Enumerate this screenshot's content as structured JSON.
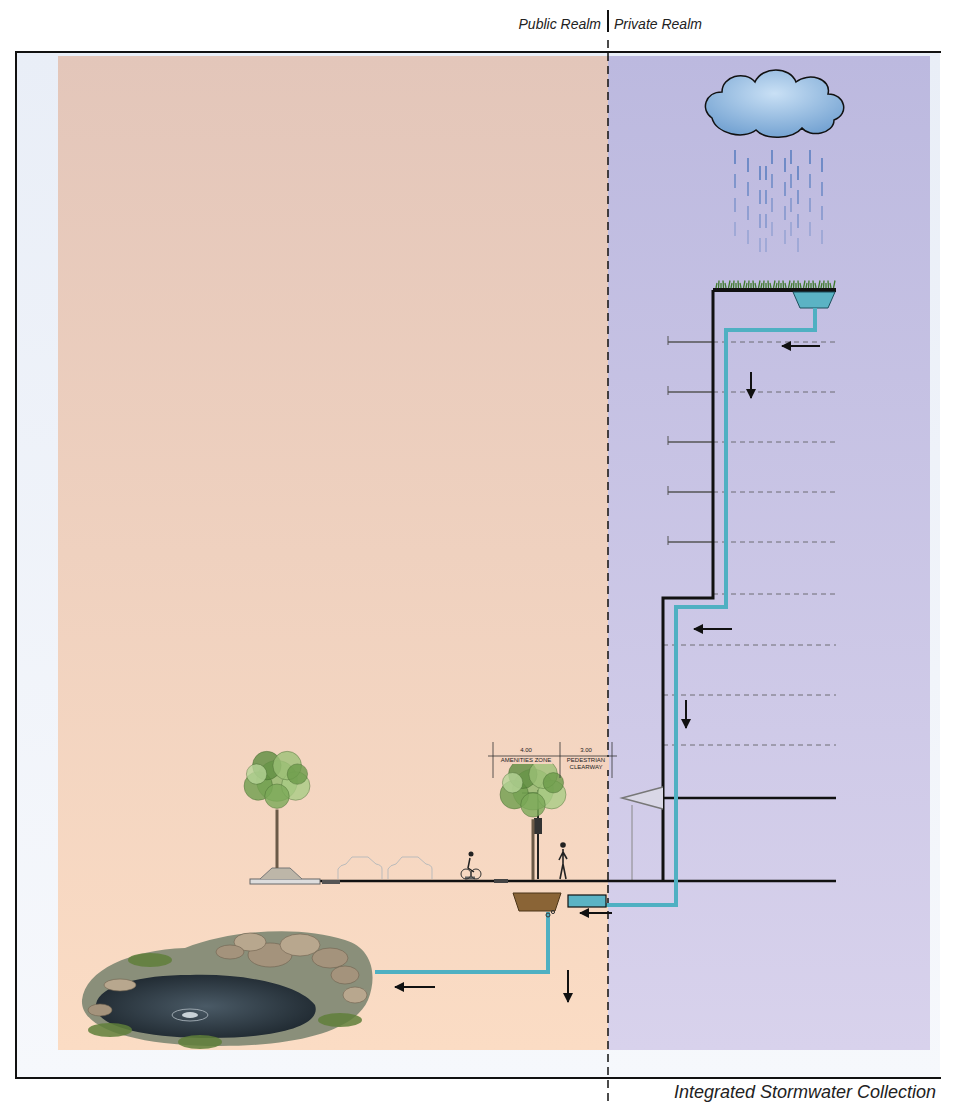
{
  "diagram": {
    "caption": "Integrated Stormwater Collection",
    "labels": [
      "Public Realm",
      "Private Realm",
      "4.00",
      "AMENITIES ZONE",
      "3.00",
      "PEDESTRIAN CLEARWAY"
    ]
  }
}
